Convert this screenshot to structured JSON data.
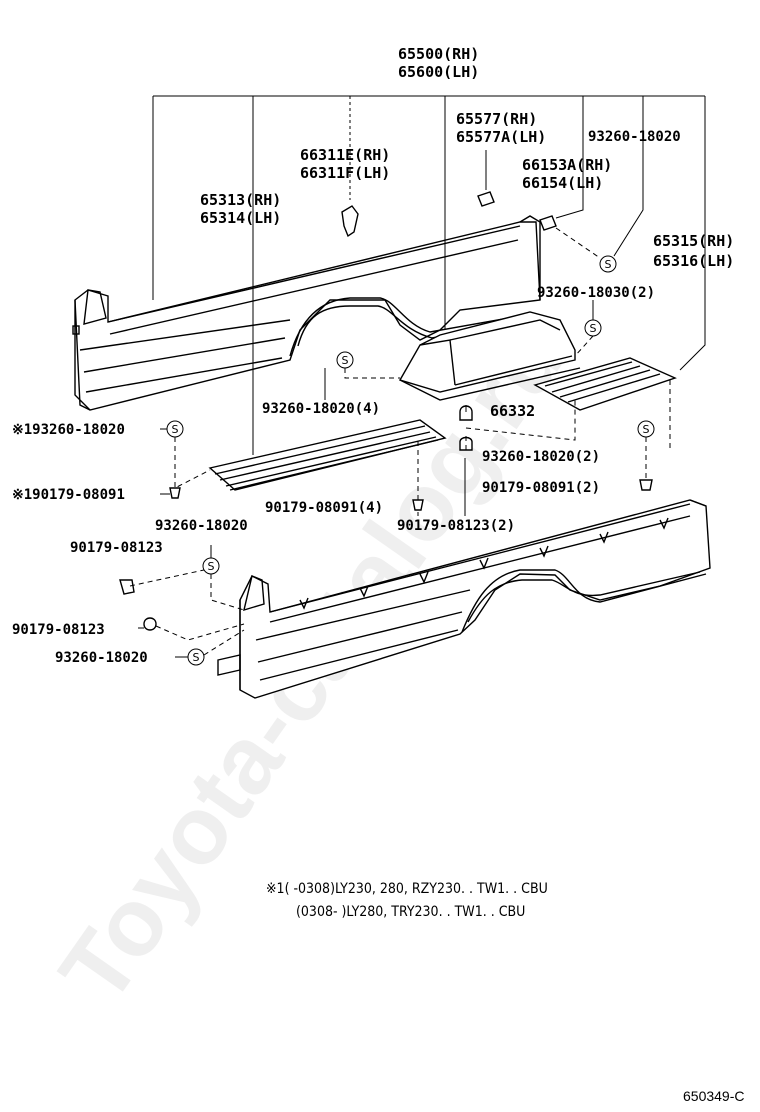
{
  "labels": {
    "l65500": "65500(RH)",
    "l65600": "65600(LH)",
    "l65577": "65577(RH)",
    "l65577a": "65577A(LH)",
    "l93260_18020_top": "93260-18020",
    "l66311e": "66311E(RH)",
    "l66311f": "66311F(LH)",
    "l66153a": "66153A(RH)",
    "l66154": "66154(LH)",
    "l65313": "65313(RH)",
    "l65314": "65314(LH)",
    "l65315": "65315(RH)",
    "l65316": "65316(LH)",
    "l93260_18030": "93260-18030(2)",
    "l93260_18020_4": "93260-18020(4)",
    "l66332": "66332",
    "l193260": "※193260-18020",
    "l93260_18020_2": "93260-18020(2)",
    "l190179": "※190179-08091",
    "l90179_08091_2": "90179-08091(2)",
    "l90179_08091_4": "90179-08091(4)",
    "l90179_08123_2": "90179-08123(2)",
    "l93260_18020_mid": "93260-18020",
    "l90179_08123_a": "90179-08123",
    "l90179_08123_b": "90179-08123",
    "l93260_18020_bot": "93260-18020"
  },
  "footnote": {
    "line1": "※1(     -0308)LY230, 280, RZY230. . TW1. . CBU",
    "line2": "(0308-     )LY280, TRY230. . TW1. . CBU"
  },
  "ref_code": "650349-C",
  "watermark": "Toyota-catalog.ru",
  "screw_symbol": "S"
}
